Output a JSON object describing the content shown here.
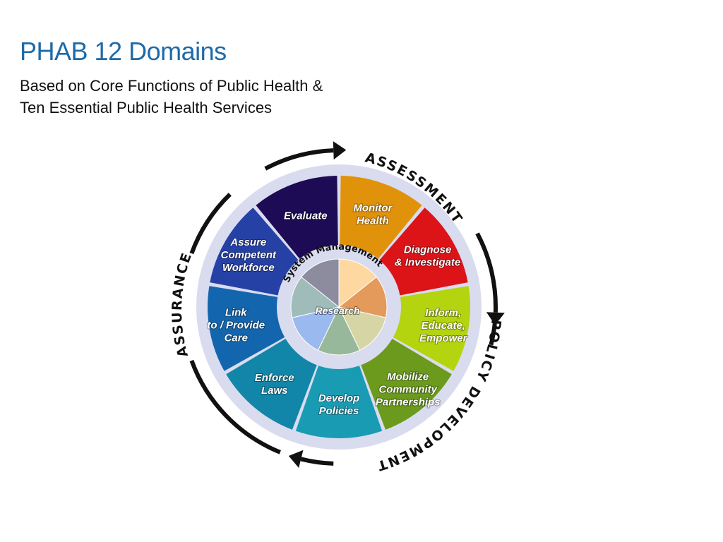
{
  "header": {
    "title": "PHAB 12 Domains",
    "subtitle_line1": "Based on Core Functions of Public Health &",
    "subtitle_line2": "Ten Essential Public Health Services",
    "title_color": "#1e6aa8"
  },
  "wheel": {
    "outer_ring_labels": {
      "assessment": "ASSESSMENT",
      "policy": "POLICY DEVELOPMENT",
      "assurance": "ASSURANCE"
    },
    "hub": {
      "ring_label": "System Management",
      "center_label": "Research"
    },
    "segments": [
      {
        "id": "monitor",
        "lines": [
          "Monitor",
          "Health"
        ],
        "color": "#e0930a"
      },
      {
        "id": "diagnose",
        "lines": [
          "Diagnose",
          "& Investigate"
        ],
        "color": "#dc1418"
      },
      {
        "id": "inform",
        "lines": [
          "Inform,",
          "Educate,",
          "Empower"
        ],
        "color": "#b3d40e"
      },
      {
        "id": "mobilize",
        "lines": [
          "Mobilize",
          "Community",
          "Partnerships"
        ],
        "color": "#6b9a1c"
      },
      {
        "id": "develop",
        "lines": [
          "Develop",
          "Policies"
        ],
        "color": "#1a9bb4"
      },
      {
        "id": "enforce",
        "lines": [
          "Enforce",
          "Laws"
        ],
        "color": "#1286a8"
      },
      {
        "id": "link",
        "lines": [
          "Link",
          "to / Provide",
          "Care"
        ],
        "color": "#1366ad"
      },
      {
        "id": "assure",
        "lines": [
          "Assure",
          "Competent",
          "Workforce"
        ],
        "color": "#2641a5"
      },
      {
        "id": "evaluate",
        "lines": [
          "Evaluate"
        ],
        "color": "#1d0b55"
      }
    ],
    "colors": {
      "ring_background": "#d9dcef",
      "arrow": "#111111",
      "hub_slices": [
        "#fdd8a0",
        "#e39a5a",
        "#d6d5a6",
        "#98b89b",
        "#9ab9ef",
        "#9fbcb8",
        "#8d8b9e"
      ]
    }
  }
}
